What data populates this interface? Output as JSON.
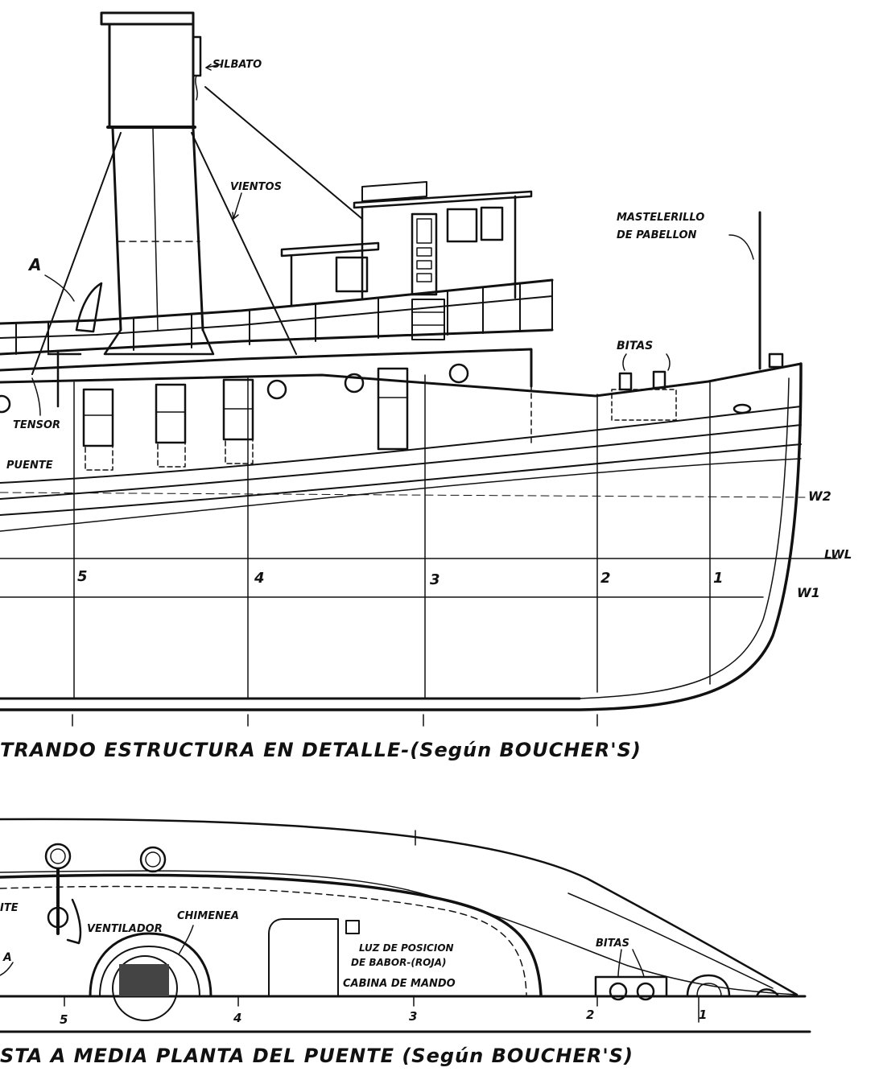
{
  "profile_view": {
    "labels": {
      "silbato": "SILBATO",
      "vientos": "VIENTOS",
      "mastelerillo_line1": "MASTELERILLO",
      "mastelerillo_line2": "DE PABELLON",
      "a": "A",
      "bitas": "BITAS",
      "tensor": "TENSOR",
      "puente": "PUENTE",
      "w2": "W2",
      "lwl": "LWL",
      "w1": "W1"
    },
    "stations": [
      "5",
      "4",
      "3",
      "2",
      "1"
    ],
    "caption": "TRANDO ESTRUCTURA EN DETALLE-(Según BOUCHER'S)"
  },
  "plan_view": {
    "labels": {
      "ite": "ITE",
      "a": "A",
      "ventilador": "VENTILADOR",
      "chimenea": "CHIMENEA",
      "luz_line1": "LUZ DE POSICION",
      "luz_line2": "DE BABOR-(ROJA)",
      "cabina": "CABINA DE MANDO",
      "bitas": "BITAS"
    },
    "stations": [
      "5",
      "4",
      "3",
      "2",
      "1"
    ],
    "caption": "STA A MEDIA PLANTA DEL PUENTE (Según BOUCHER'S)"
  },
  "colors": {
    "ink": "#111111",
    "paper": "#ffffff"
  }
}
